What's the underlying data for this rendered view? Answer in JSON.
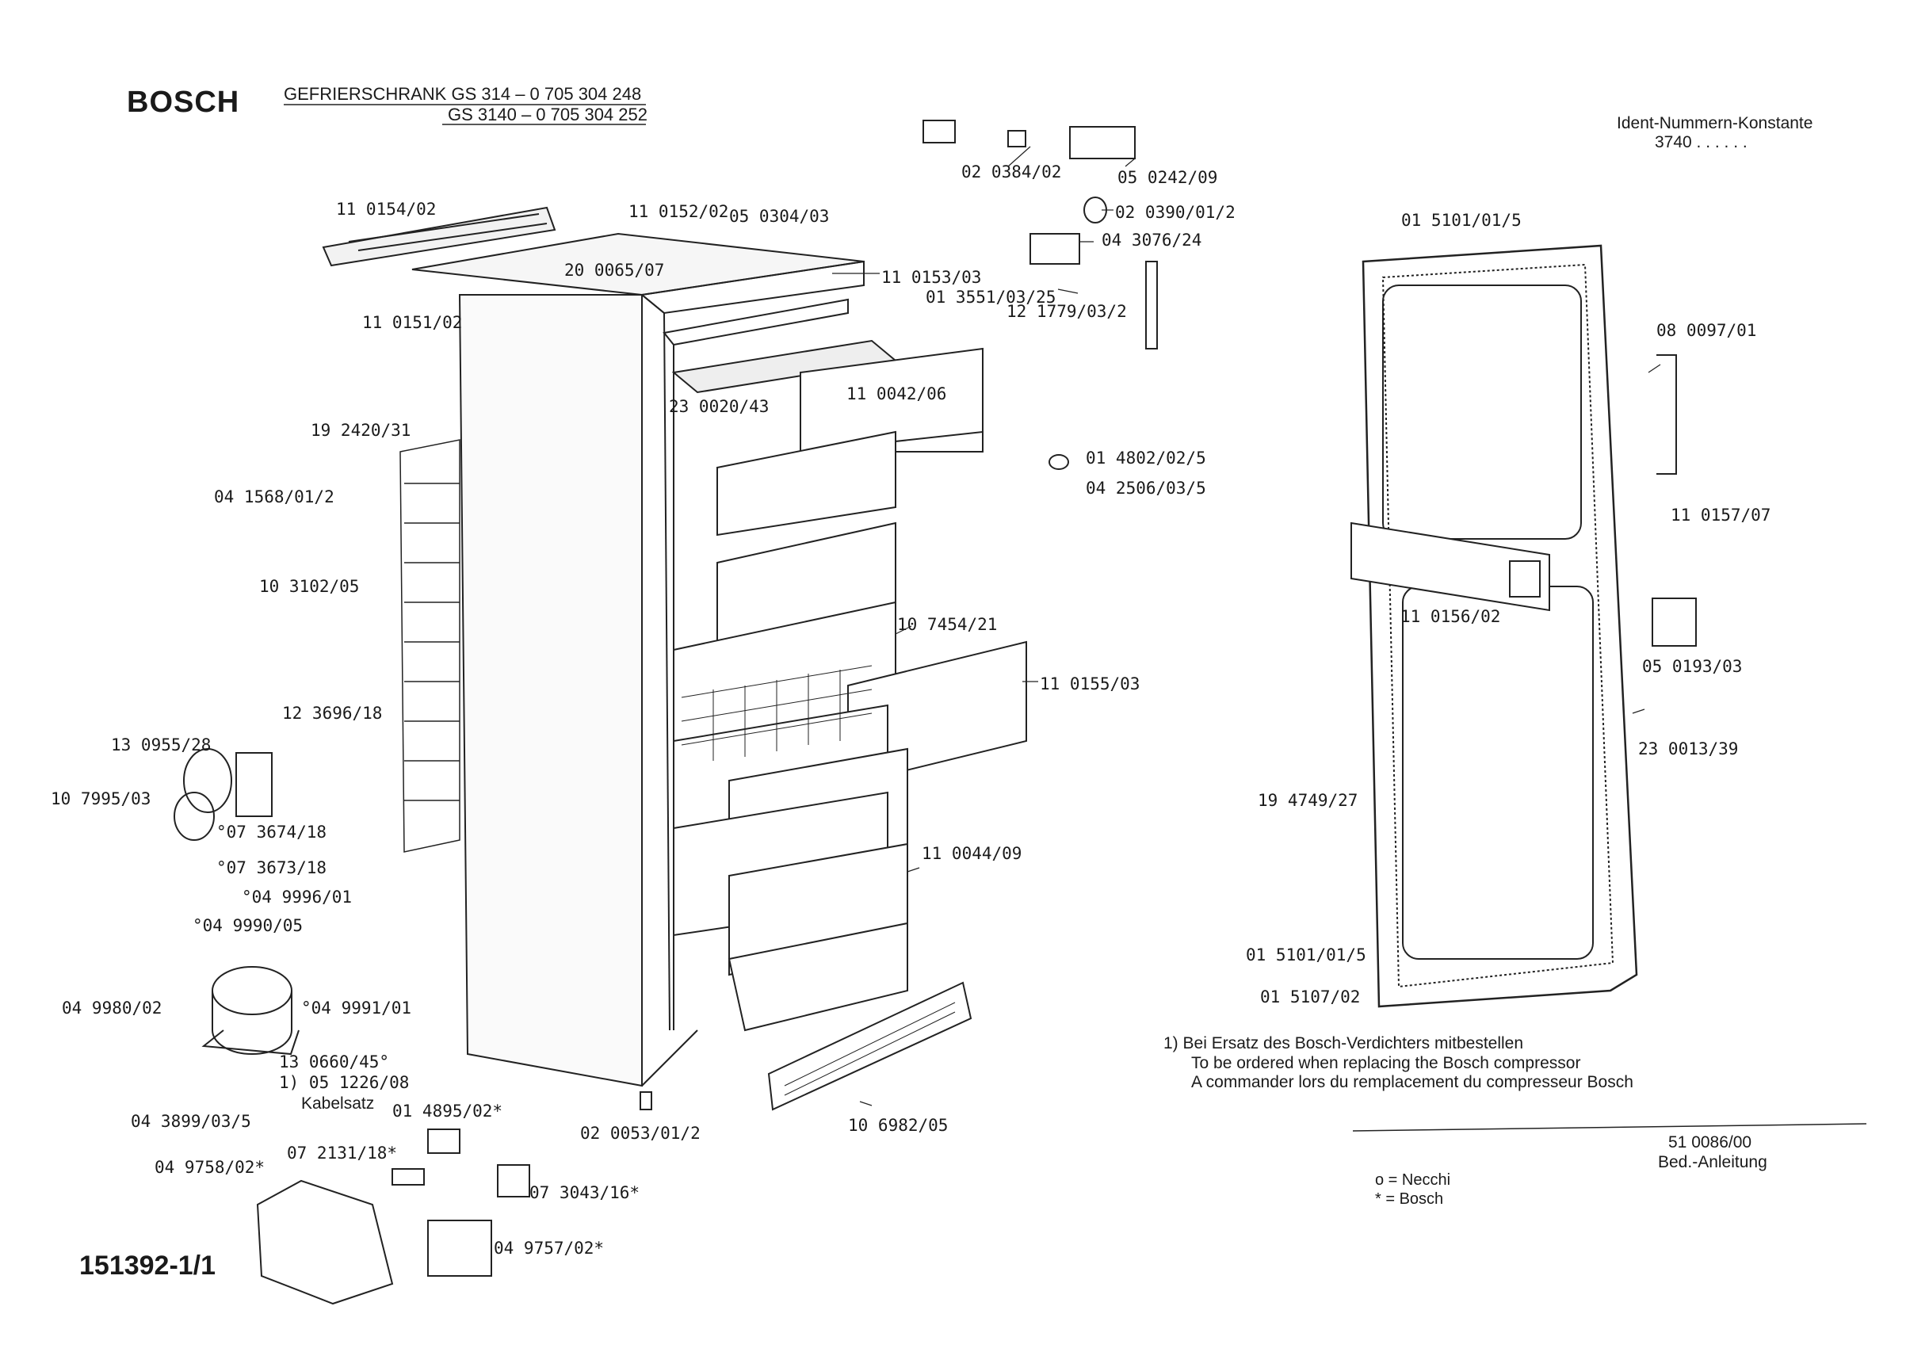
{
  "header": {
    "brand": "BOSCH",
    "title_line1": "GEFRIERSCHRANK  GS 314 – 0 705 304 248",
    "title_line2": "GS 3140 – 0 705 304 252",
    "ident_label": "Ident-Nummern-Konstante",
    "ident_value": "3740  . .   . . . ."
  },
  "parts": {
    "p_110154": "11 0154/02",
    "p_110152": "11 0152/02",
    "p_050304": "05 0304/03",
    "p_200065": "20 0065/07",
    "p_110153": "11 0153/03",
    "p_110151": "11 0151/02",
    "p_020384": "02 0384/02",
    "p_050242": "05 0242/09",
    "p_020390": "02 0390/01/2",
    "p_043076": "04 3076/24",
    "p_013551": "01 3551/03/25",
    "p_121779": "12  1779/03/2",
    "p_230020": "23 0020/43",
    "p_110042": "11 0042/06",
    "p_192420": "19  2420/31",
    "p_041568": "04  1568/01/2",
    "p_103102": "10  3102/05",
    "p_123696": "12 3696/18",
    "p_130955": "13  0955/28",
    "p_107995": "10  7995/03",
    "p_073674": "°07  3674/18",
    "p_073673": "°07  3673/18",
    "p_049996": "°04  9996/01",
    "p_049990": "°04  9990/05",
    "p_049980": "04  9980/02",
    "p_049991": "°04  9991/01",
    "p_130660": "13  0660/45°",
    "p_051226": "1) 05 1226/08",
    "p_kabelsatz": "Kabelsatz",
    "p_043899": "04  3899/03/5",
    "p_014895": "01 4895/02*",
    "p_072131": "07  2131/18*",
    "p_049758": "04  9758/02*",
    "p_073043": "07  3043/16*",
    "p_049757": "04  9757/02*",
    "p_020053": "02 0053/01/2",
    "p_106982": "10 6982/05",
    "p_107454": "10  7454/21",
    "p_110155": "11 0155/03",
    "p_110044": "11 0044/09",
    "p_014802": "01  4802/02/5",
    "p_042506": "04  2506/03/5",
    "p_015101a": "01  5101/01/5",
    "p_080097": "08 0097/01",
    "p_110157": "11 0157/07",
    "p_110156": "11 0156/02",
    "p_050193": "05 0193/03",
    "p_230013": "23 0013/39",
    "p_194749": "19  4749/27",
    "p_015101b": "01  5101/01/5",
    "p_015107": "01  5107/02"
  },
  "notes": {
    "line1": "1) Bei Ersatz des Bosch-Verdichters mitbestellen",
    "line2": "To be ordered when replacing the Bosch compressor",
    "line3": "A commander lors du remplacement du compresseur Bosch"
  },
  "footer": {
    "doc_code": "51 0086/00",
    "doc_label": "Bed.-Anleitung",
    "legend_necchi": "o = Necchi",
    "legend_bosch": "* = Bosch",
    "drawing_number": "151392-1/1"
  }
}
